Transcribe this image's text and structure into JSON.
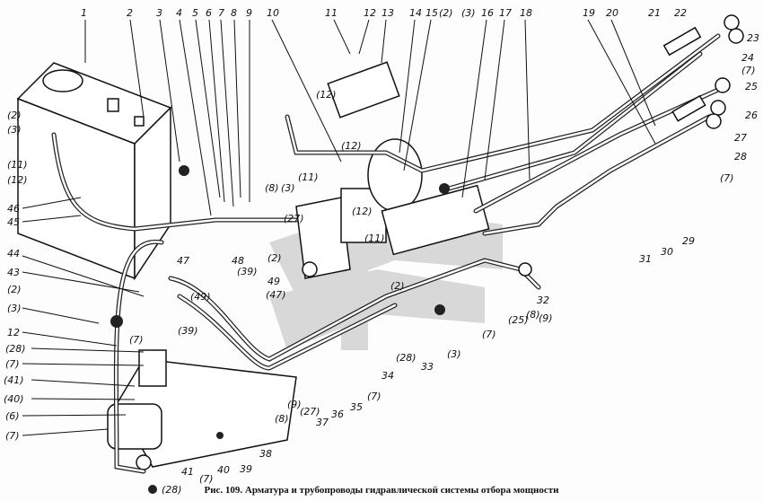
{
  "caption": "Рис. 109. Арматура и трубопроводы гидравлической системы отбора мощности",
  "labels": [
    "1",
    "2",
    "3",
    "4",
    "5",
    "6",
    "7",
    "8",
    "9",
    "10",
    "11",
    "12",
    "13",
    "14",
    "15",
    "(2)",
    "(3)",
    "16",
    "17",
    "18",
    "19",
    "20",
    "21",
    "22",
    "23",
    "24",
    "(7)",
    "25",
    "26",
    "27",
    "28",
    "(7)",
    "29",
    "30",
    "31",
    "32",
    "(7)",
    "(25)",
    "(8)",
    "(9)",
    "(3)",
    "33",
    "34",
    "(28)",
    "(7)",
    "35",
    "36",
    "37",
    "(27)",
    "(9)",
    "(8)",
    "38",
    "39",
    "40",
    "41",
    "(7)",
    "(28)",
    "(2)",
    "(3)",
    "(11)",
    "(12)",
    "46",
    "45",
    "44",
    "43",
    "(2)",
    "(3)",
    "12",
    "(28)",
    "(7)",
    "(41)",
    "(40)",
    "(6)",
    "(7)",
    "47",
    "48",
    "(39)",
    "(49)",
    "49",
    "(47)",
    "(7)",
    "(39)",
    "(8)",
    "(3)",
    "(27)",
    "(2)",
    "(11)",
    "(12)",
    "(12)",
    "(12)",
    "(11)",
    "(2)"
  ],
  "colors": {
    "ink": "#111111",
    "watermark": "#c8c8c8"
  }
}
